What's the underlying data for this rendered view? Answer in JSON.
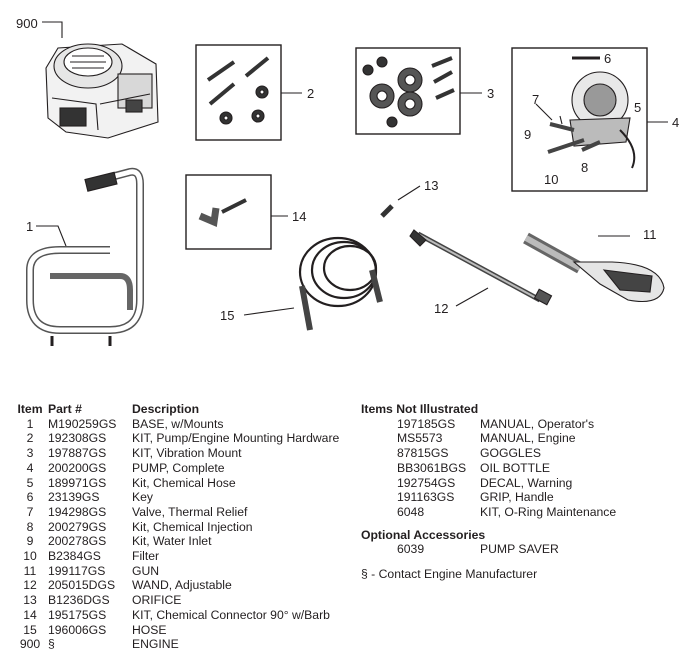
{
  "callouts": {
    "c900": "900",
    "c1": "1",
    "c2": "2",
    "c3": "3",
    "c4": "4",
    "c5": "5",
    "c6": "6",
    "c7": "7",
    "c8": "8",
    "c9": "9",
    "c10": "10",
    "c11": "11",
    "c12": "12",
    "c13": "13",
    "c14": "14",
    "c15": "15"
  },
  "parts_table": {
    "headers": {
      "item": "Item",
      "part": "Part #",
      "description": "Description"
    },
    "rows": [
      {
        "item": "1",
        "part": "M190259GS",
        "description": "BASE, w/Mounts"
      },
      {
        "item": "2",
        "part": "192308GS",
        "description": "KIT, Pump/Engine Mounting Hardware"
      },
      {
        "item": "3",
        "part": "197887GS",
        "description": "KIT, Vibration Mount"
      },
      {
        "item": "4",
        "part": "200200GS",
        "description": "PUMP, Complete"
      },
      {
        "item": "5",
        "part": "189971GS",
        "description": "Kit, Chemical Hose"
      },
      {
        "item": "6",
        "part": "23139GS",
        "description": "Key"
      },
      {
        "item": "7",
        "part": "194298GS",
        "description": "Valve, Thermal Relief"
      },
      {
        "item": "8",
        "part": "200279GS",
        "description": "Kit, Chemical Injection"
      },
      {
        "item": "9",
        "part": "200278GS",
        "description": "Kit, Water Inlet"
      },
      {
        "item": "10",
        "part": "B2384GS",
        "description": "Filter"
      },
      {
        "item": "11",
        "part": "199117GS",
        "description": "GUN"
      },
      {
        "item": "12",
        "part": "205015DGS",
        "description": "WAND, Adjustable"
      },
      {
        "item": "13",
        "part": "B1236DGS",
        "description": "ORIFICE"
      },
      {
        "item": "14",
        "part": "195175GS",
        "description": "KIT, Chemical Connector 90° w/Barb"
      },
      {
        "item": "15",
        "part": "196006GS",
        "description": "HOSE"
      },
      {
        "item": "900",
        "part": "§",
        "description": "ENGINE"
      }
    ]
  },
  "not_illustrated": {
    "heading": "Items Not Illustrated",
    "rows": [
      {
        "part": "197185GS",
        "description": "MANUAL, Operator's"
      },
      {
        "part": "MS5573",
        "description": "MANUAL, Engine"
      },
      {
        "part": "87815GS",
        "description": "GOGGLES"
      },
      {
        "part": "BB3061BGS",
        "description": "OIL BOTTLE"
      },
      {
        "part": "192754GS",
        "description": "DECAL, Warning"
      },
      {
        "part": "191163GS",
        "description": "GRIP, Handle"
      },
      {
        "part": "6048",
        "description": "KIT, O-Ring Maintenance"
      }
    ]
  },
  "optional_accessories": {
    "heading": "Optional Accessories",
    "rows": [
      {
        "part": "6039",
        "description": "PUMP SAVER"
      }
    ]
  },
  "footnote": "§ - Contact Engine Manufacturer"
}
